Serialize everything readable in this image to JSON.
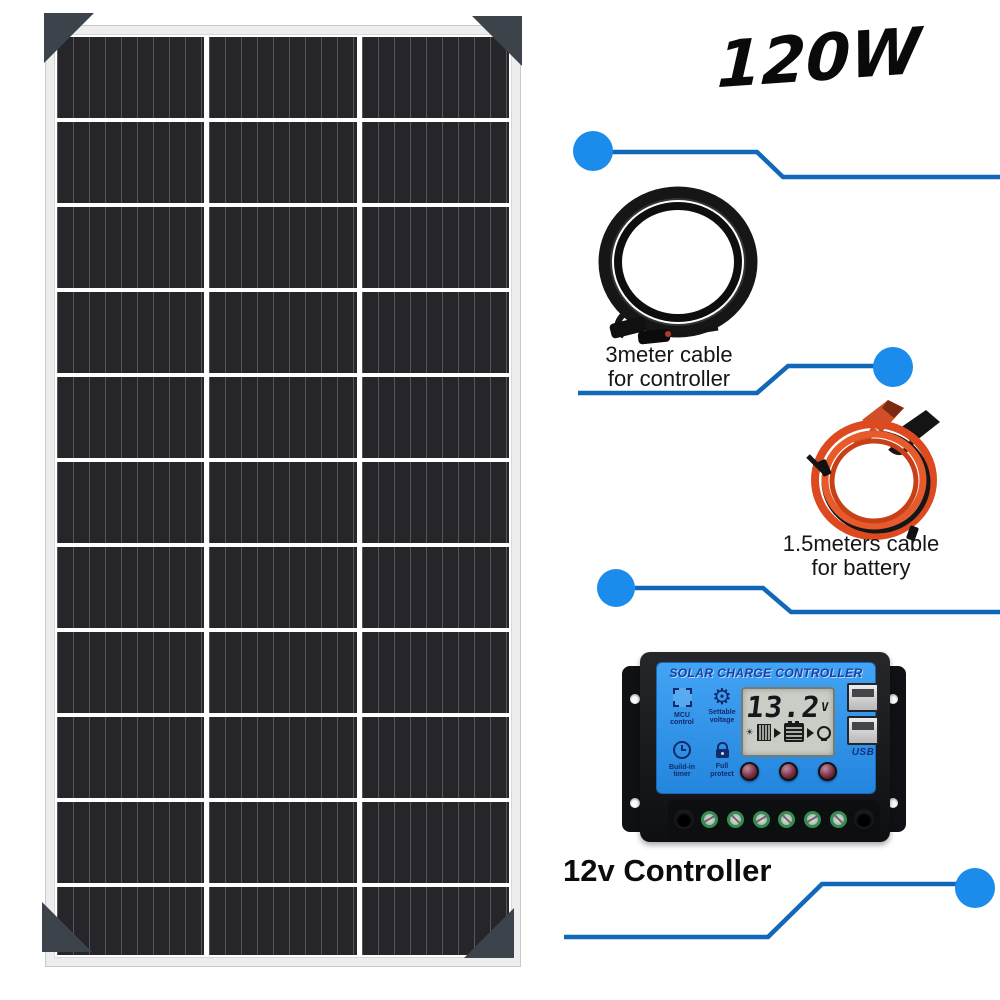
{
  "title": {
    "text": "120W"
  },
  "callouts": {
    "cable_controller": {
      "line1": "3meter cable",
      "line2": "for controller"
    },
    "cable_battery": {
      "line1": "1.5meters cable",
      "line2": "for battery"
    },
    "controller": {
      "label": "12v Controller"
    }
  },
  "controller": {
    "title": "SOLAR CHARGE CONTROLLER",
    "lcd": {
      "value": "13.2",
      "unit": "V"
    },
    "features": [
      {
        "icon": "mcu-icon",
        "label1": "MCU",
        "label2": "control"
      },
      {
        "icon": "gear-icon",
        "label1": "Settable",
        "label2": "voltage"
      },
      {
        "icon": "clock-icon",
        "label1": "Build-in",
        "label2": "timer"
      },
      {
        "icon": "lock-icon",
        "label1": "Full",
        "label2": "protect"
      }
    ],
    "usb_label": "USB",
    "button_count": 3,
    "terminal_count": 6
  },
  "panel": {
    "rows": 11,
    "columns": 3
  },
  "icons": {
    "gear": "⚙",
    "sun": "☀"
  },
  "colors": {
    "callout_line": "#1167b8",
    "callout_dot": "#1b8ceb",
    "panel_cell": "#26262a",
    "panel_line": "#55555b",
    "panel_frame": "#ededed",
    "bracket": "#3d434a",
    "ctrl_face_1": "#43a4f5",
    "ctrl_face_2": "#2385dd",
    "ctrl_body": "#26272b",
    "icon_navy": "#132a6b",
    "lcd_bg": "#c9cdc6",
    "black_cable": "#161616",
    "red_cable": "#dd4a20"
  }
}
